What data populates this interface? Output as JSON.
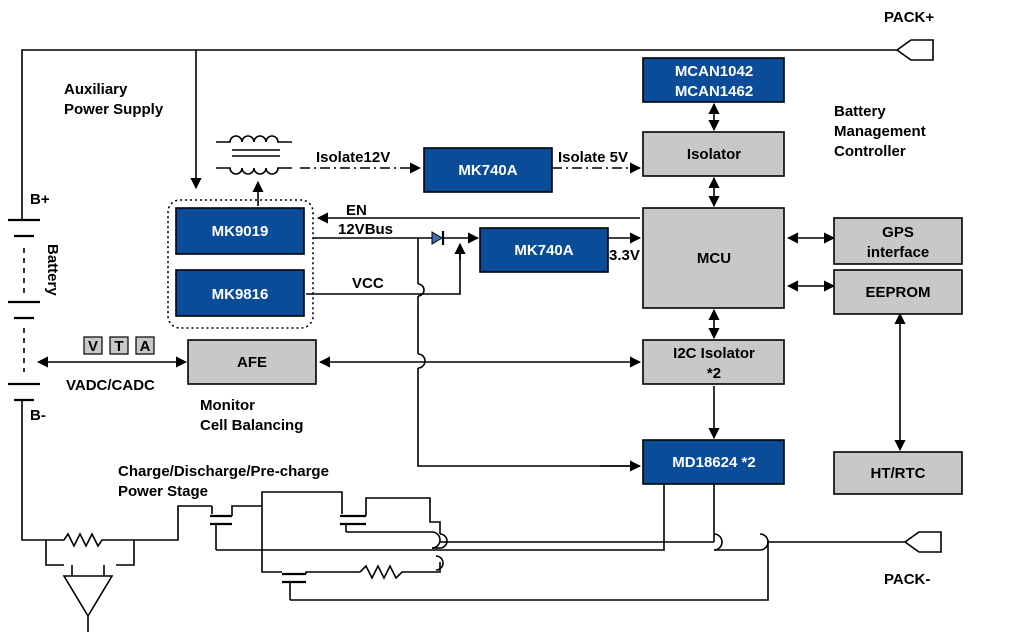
{
  "colors": {
    "blue": "#0b4c98",
    "gray": "#c8c8c8",
    "line": "#000000"
  },
  "labels": {
    "pack_plus": "PACK+",
    "pack_minus": "PACK-",
    "aux_line1": "Auxiliary",
    "aux_line2": "Power Supply",
    "b_plus": "B+",
    "b_minus": "B-",
    "battery": "Battery",
    "isolate12v": "Isolate12V",
    "isolate5v": "Isolate 5V",
    "en": "EN",
    "bus12v": "12VBus",
    "vcc": "VCC",
    "v33": "3.3V",
    "vadc": "VADC/CADC",
    "monitor_line1": "Monitor",
    "monitor_line2": "Cell Balancing",
    "power_line1": "Charge/Discharge/Pre-charge",
    "power_line2": "Power Stage",
    "bmc_line1": "Battery",
    "bmc_line2": "Management",
    "bmc_line3": "Controller",
    "vta_v": "V",
    "vta_t": "T",
    "vta_a": "A"
  },
  "blocks": {
    "mcan_line1": "MCAN1042",
    "mcan_line2": "MCAN1462",
    "isolator": "Isolator",
    "mk740a_top": "MK740A",
    "mk740a_mid": "MK740A",
    "mk9019": "MK9019",
    "mk9816": "MK9816",
    "mcu": "MCU",
    "gps_line1": "GPS",
    "gps_line2": "interface",
    "eeprom": "EEPROM",
    "afe": "AFE",
    "i2c_line1": "I2C Isolator",
    "i2c_line2": "*2",
    "md18624": "MD18624 *2",
    "htrtc": "HT/RTC"
  }
}
